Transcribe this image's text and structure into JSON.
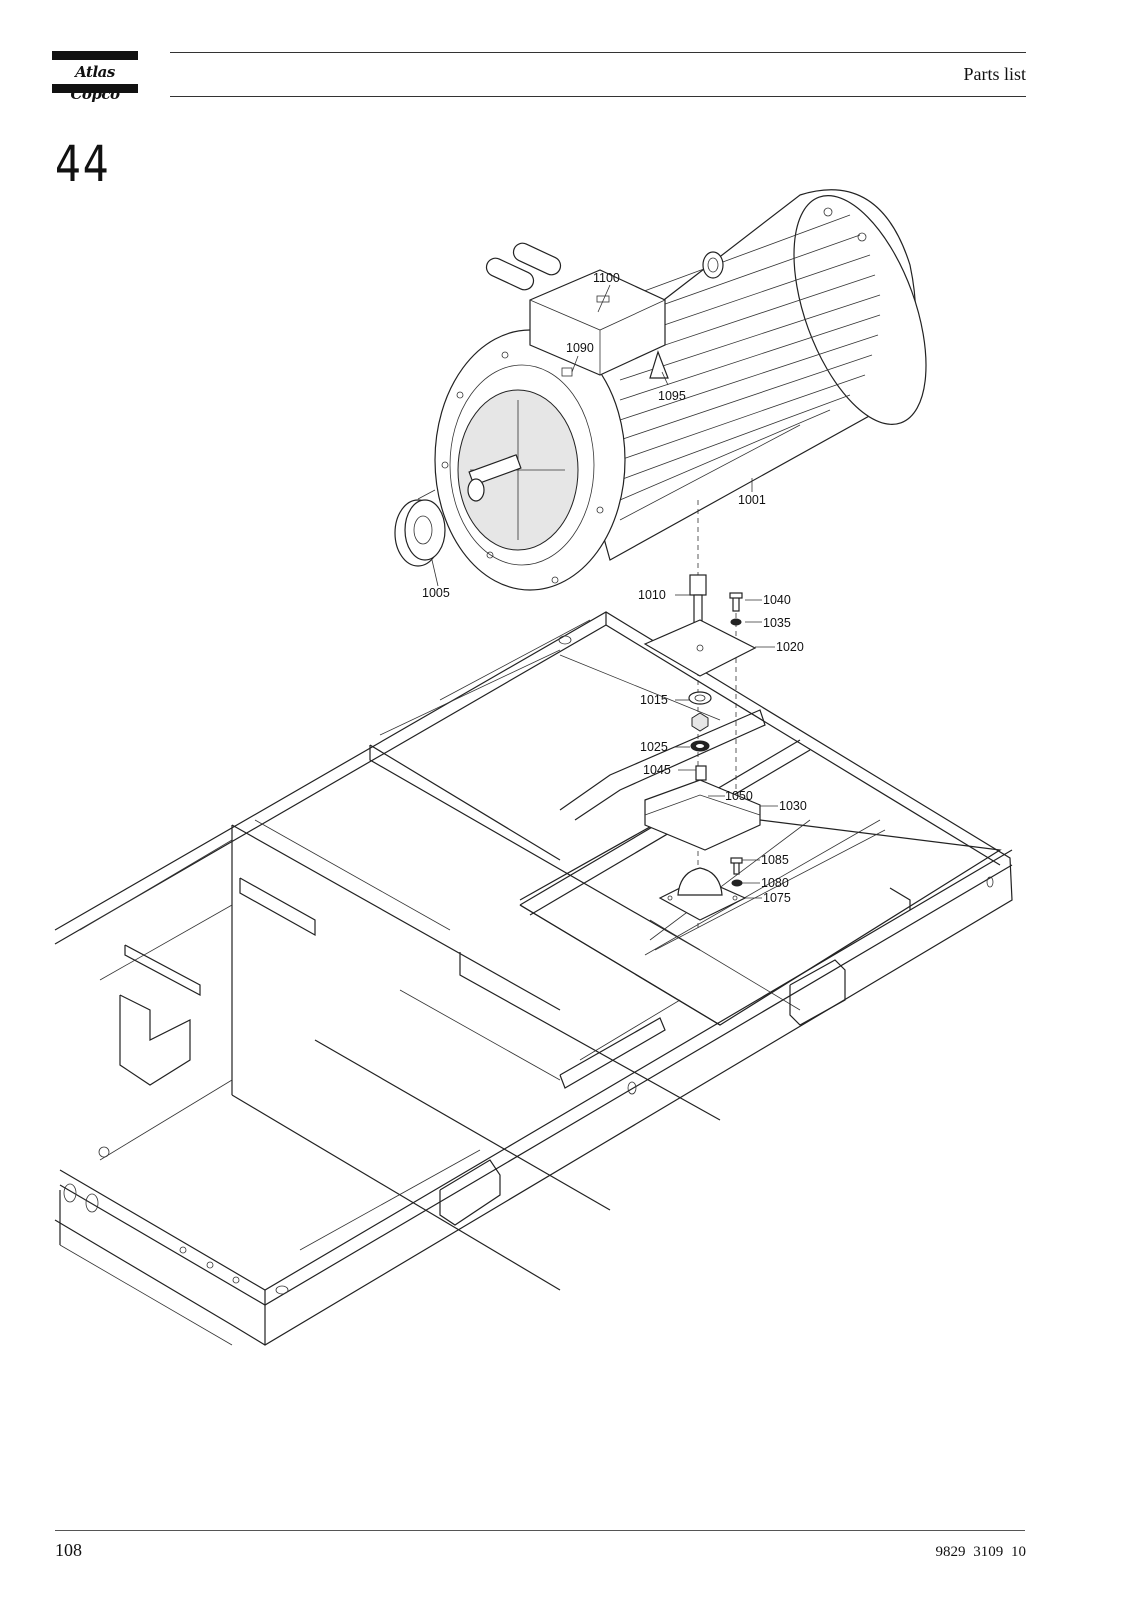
{
  "header": {
    "logo_text": "Atlas Copco",
    "title": "Parts list"
  },
  "section_number": "44",
  "callouts": [
    "1100",
    "1090",
    "1095",
    "1001",
    "1005",
    "1010",
    "1040",
    "1035",
    "1020",
    "1015",
    "1025",
    "1045",
    "1050",
    "1030",
    "1085",
    "1080",
    "1075"
  ],
  "footer": {
    "page": "108",
    "doc_number": "9829  3109  10"
  }
}
